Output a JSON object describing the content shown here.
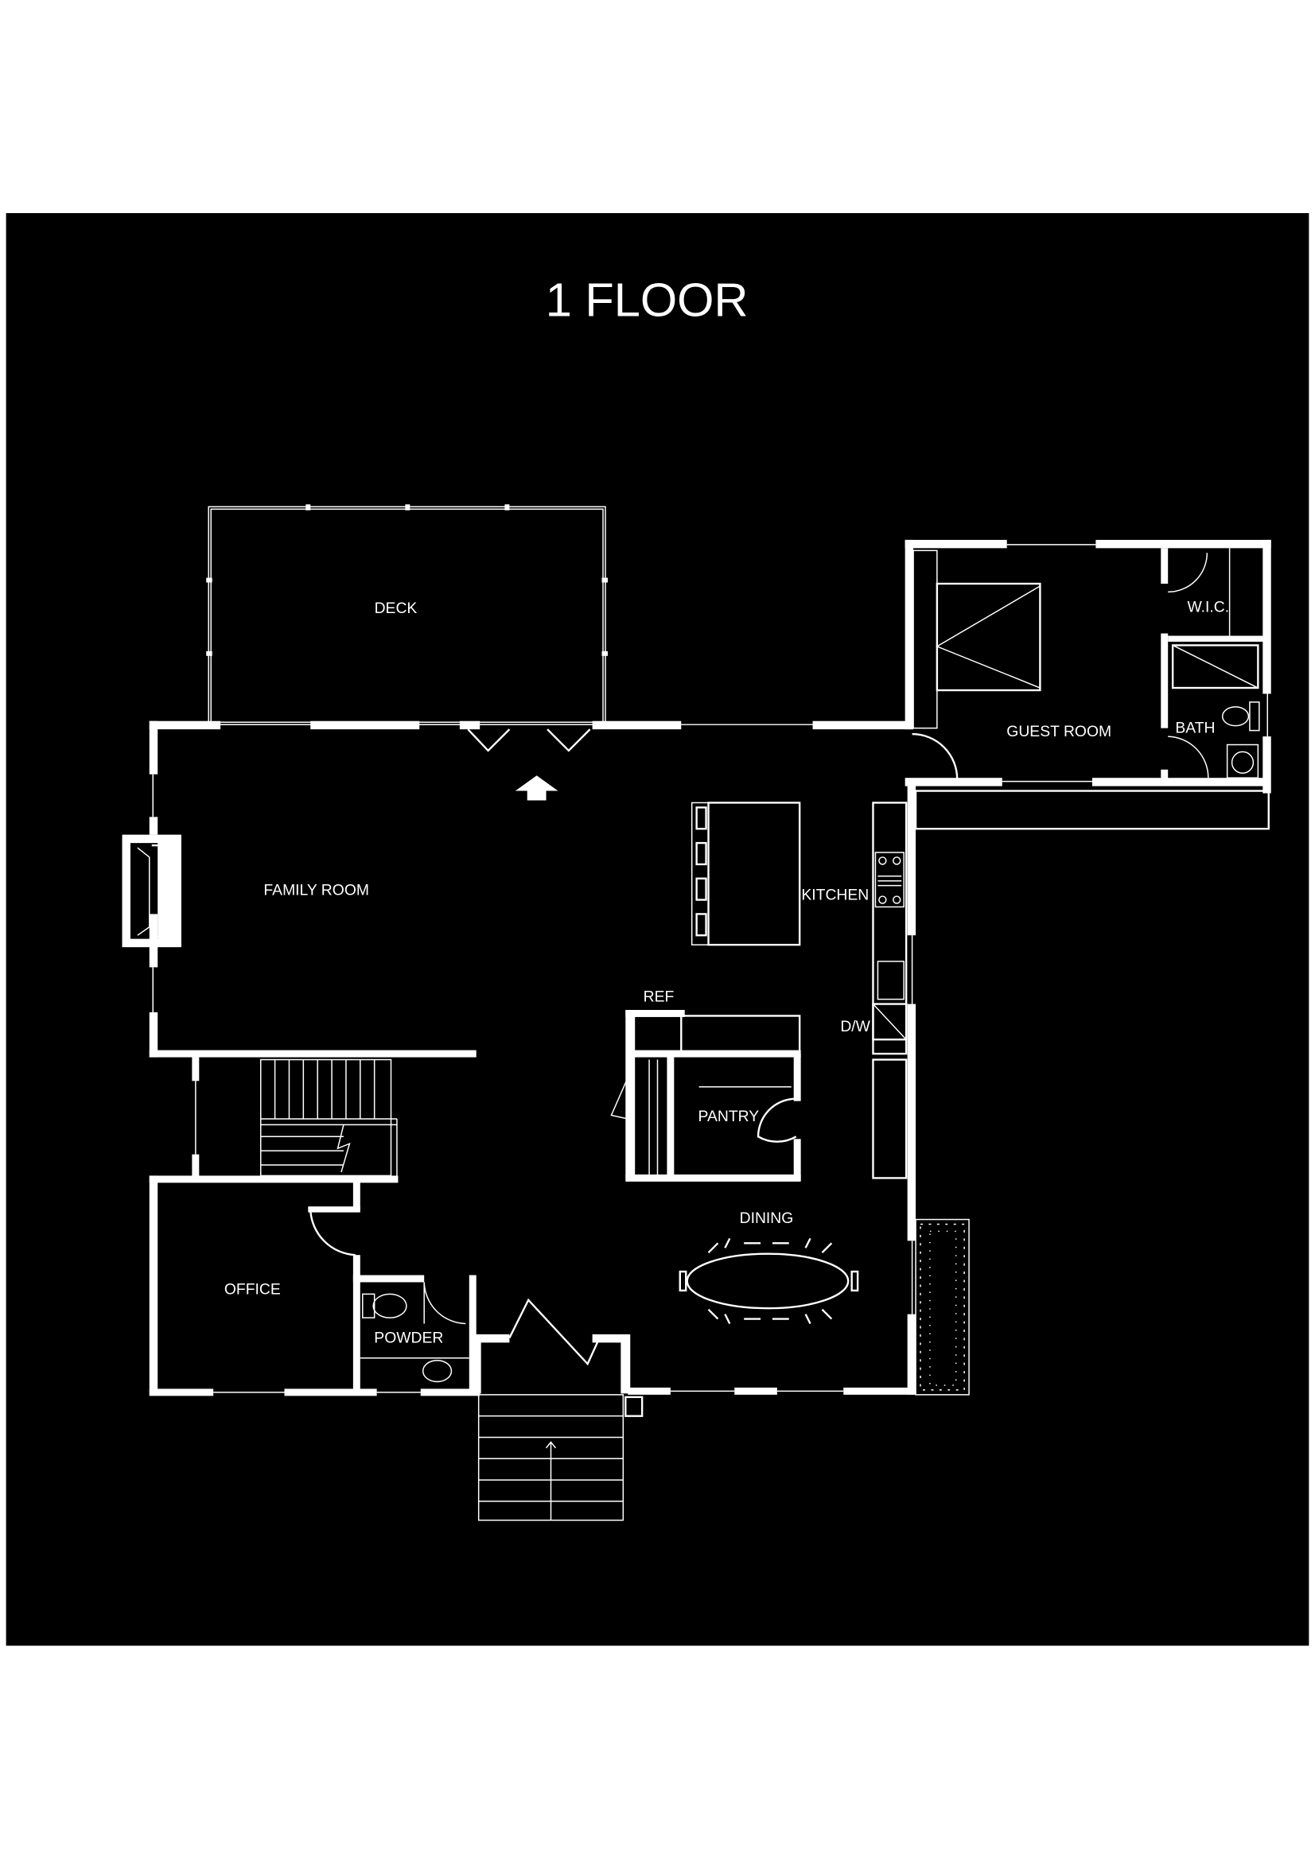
{
  "title": "1 FLOOR",
  "rooms": {
    "deck": "DECK",
    "guest_room": "GUEST ROOM",
    "wic": "W.I.C.",
    "bath": "BATH",
    "family_room": "FAMILY ROOM",
    "kitchen": "KITCHEN",
    "ref": "REF",
    "dw": "D/W",
    "pantry": "PANTRY",
    "dining": "DINING",
    "office": "OFFICE",
    "powder": "POWDER"
  },
  "colors": {
    "background": "#000000",
    "lines": "#ffffff",
    "page": "#ffffff"
  }
}
